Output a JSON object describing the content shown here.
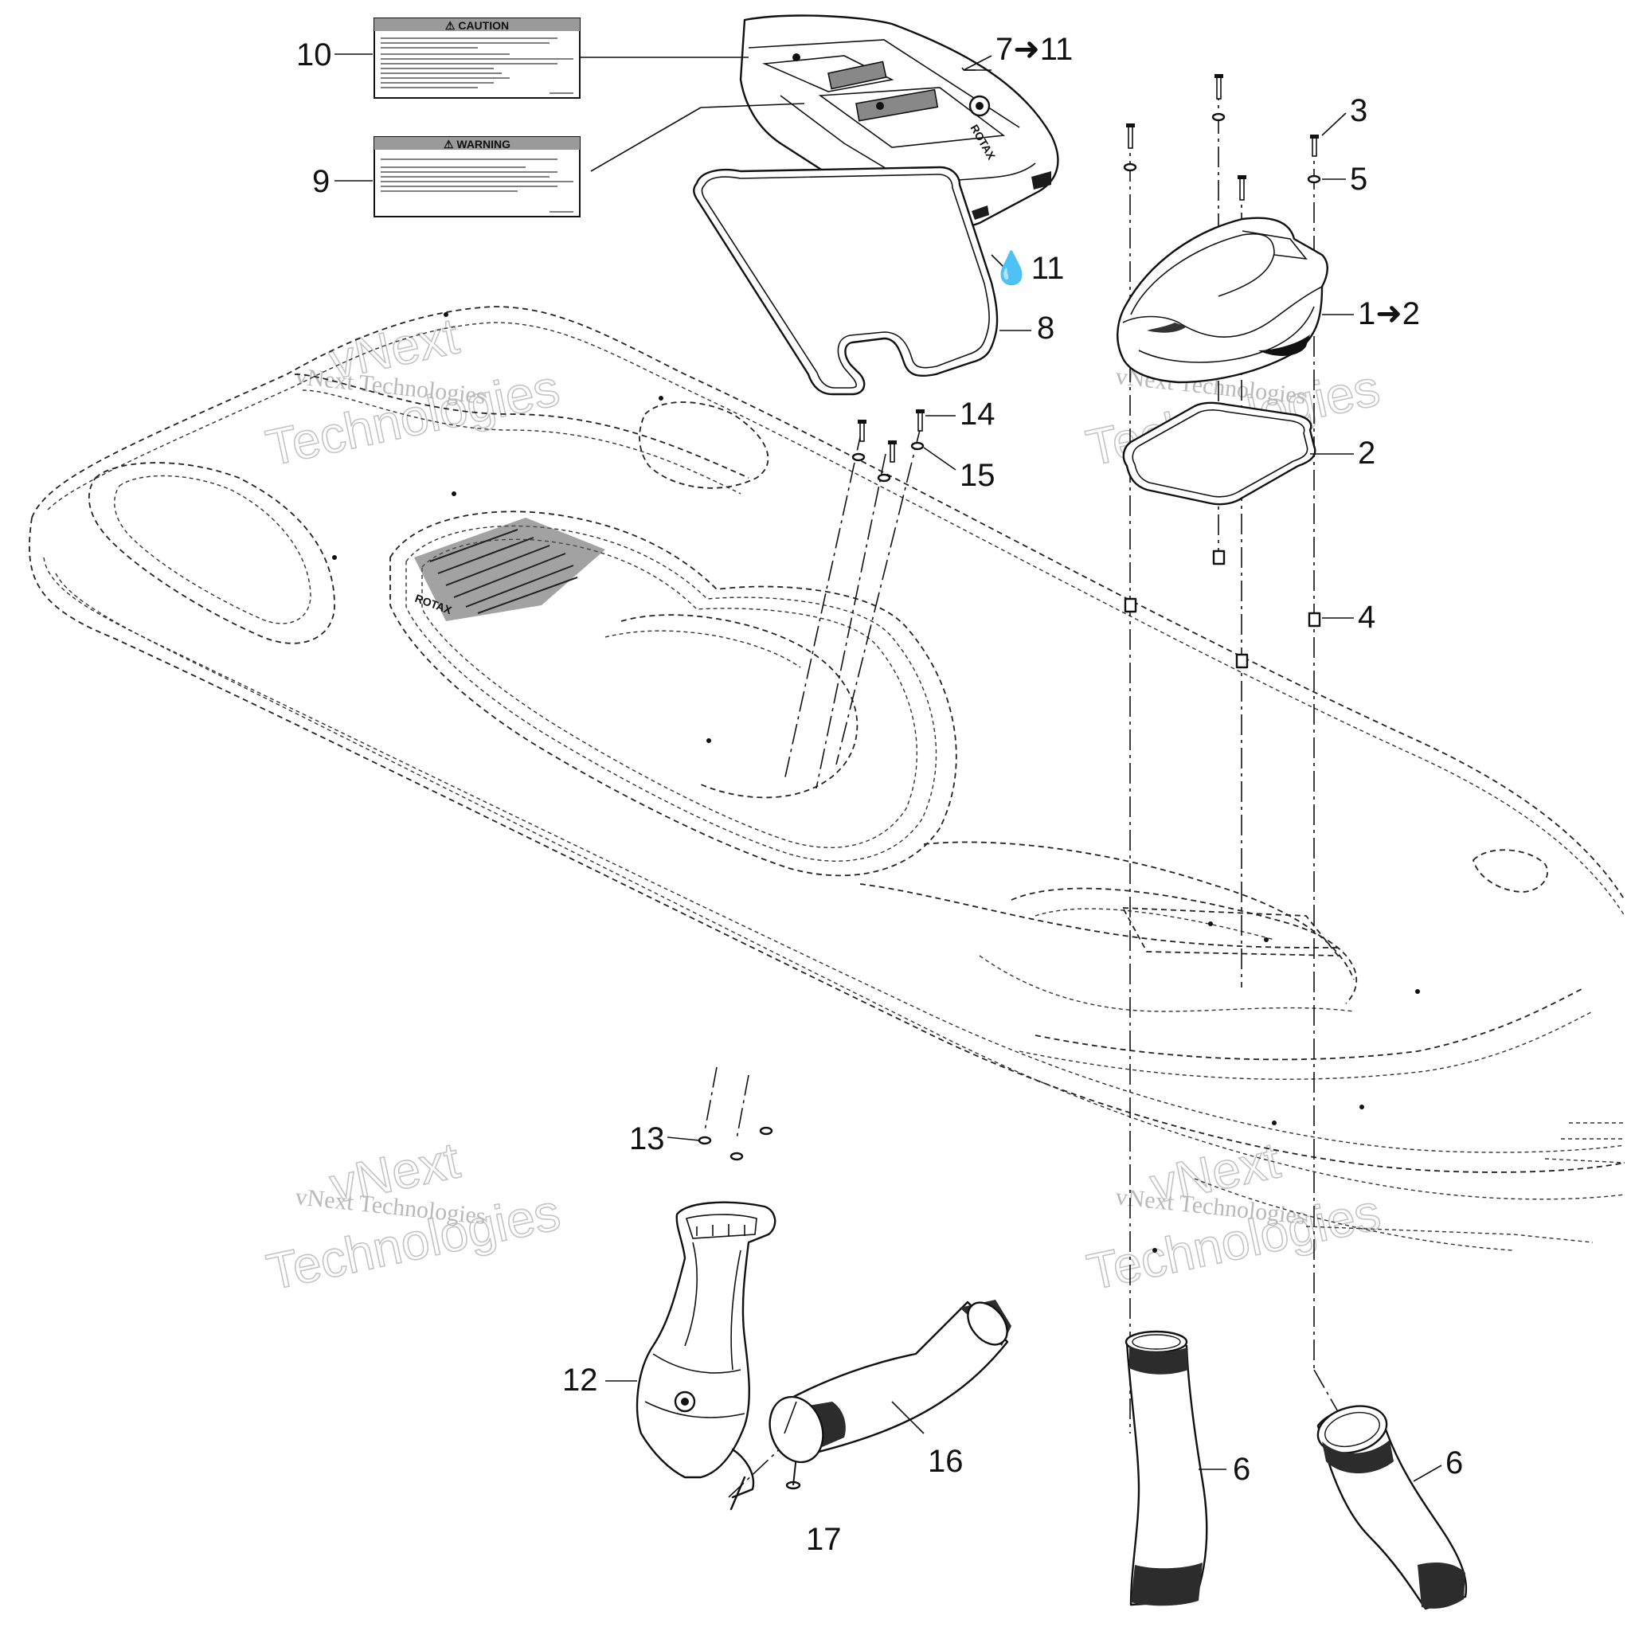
{
  "diagram": {
    "callouts": [
      {
        "id": "c1",
        "text": "1➜2"
      },
      {
        "id": "c2",
        "text": "2"
      },
      {
        "id": "c3",
        "text": "3"
      },
      {
        "id": "c4",
        "text": "4"
      },
      {
        "id": "c5",
        "text": "5"
      },
      {
        "id": "c6a",
        "text": "6"
      },
      {
        "id": "c6b",
        "text": "6"
      },
      {
        "id": "c7",
        "text": "7➜11"
      },
      {
        "id": "c8",
        "text": "8"
      },
      {
        "id": "c8s",
        "text": "💧11"
      },
      {
        "id": "c9",
        "text": "9"
      },
      {
        "id": "c10",
        "text": "10"
      },
      {
        "id": "c12",
        "text": "12"
      },
      {
        "id": "c13",
        "text": "13"
      },
      {
        "id": "c14",
        "text": "14"
      },
      {
        "id": "c15",
        "text": "15"
      },
      {
        "id": "c16",
        "text": "16"
      },
      {
        "id": "c17",
        "text": "17"
      }
    ],
    "labels": {
      "caution_title": "⚠ CAUTION",
      "warning_title": "⚠ WARNING",
      "deck_logo": "ROTAX",
      "cover_logo": "ROTAX"
    },
    "watermark": {
      "line1": "vNext",
      "line2": "vNext Technologies",
      "line3": "Technologies"
    }
  }
}
